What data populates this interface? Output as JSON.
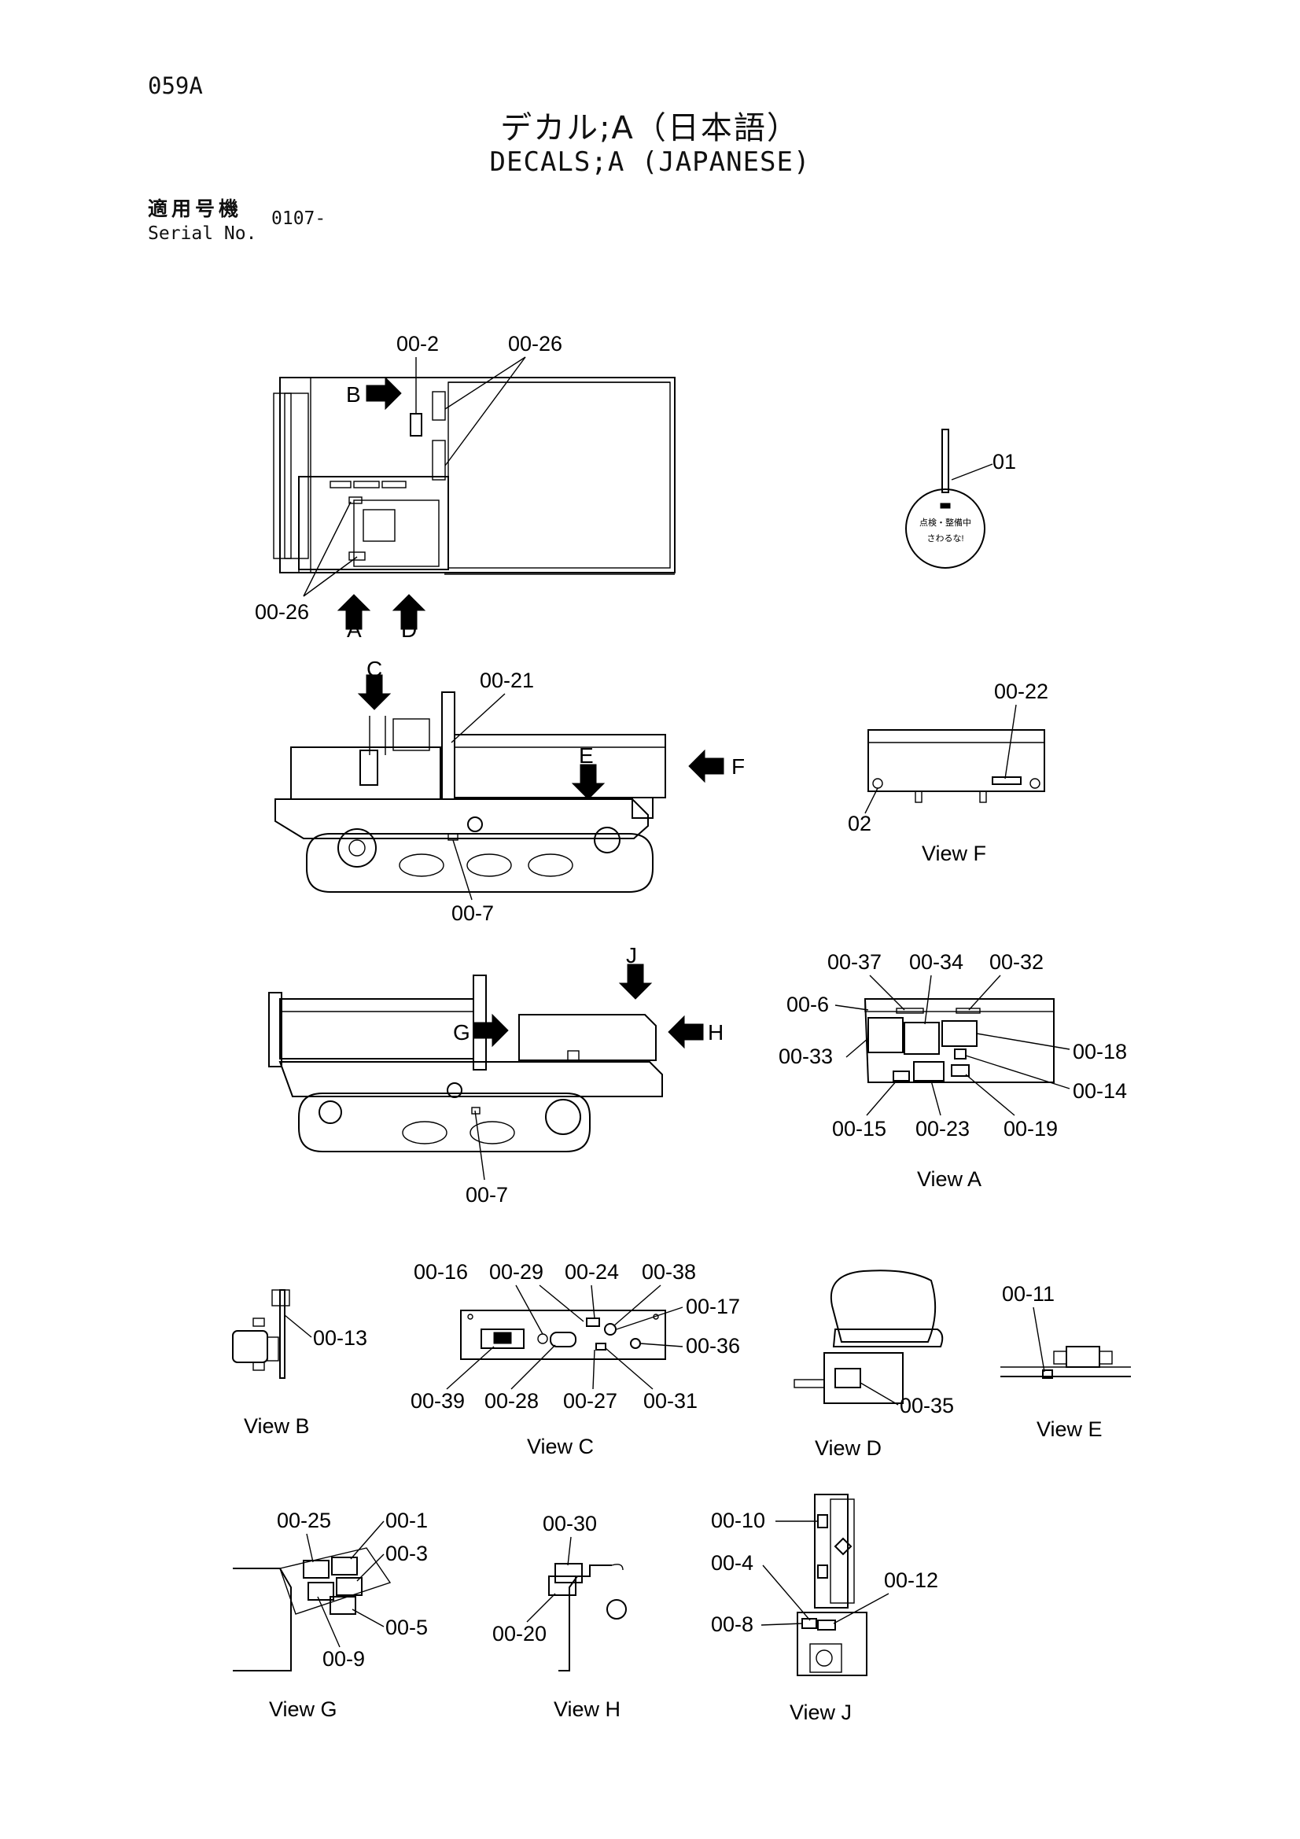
{
  "header": {
    "page_id": "059A",
    "title_jp": "デカル;A（日本語）",
    "title_en": "DECALS;A (JAPANESE)",
    "serial_label_jp": "適用号機",
    "serial_label_en": "Serial No.",
    "serial_value": "0107-"
  },
  "callouts": {
    "top_view": {
      "c00_2": "00-2",
      "c00_26_top": "00-26",
      "c00_26_bottom": "00-26",
      "arrow_b": "B",
      "arrow_a": "A",
      "arrow_d": "D"
    },
    "decal_01": {
      "c01": "01"
    },
    "side_view_left": {
      "arrow_c": "C",
      "c00_21": "00-21",
      "arrow_e": "E",
      "arrow_f": "F",
      "c00_7": "00-7"
    },
    "view_f": {
      "c00_22": "00-22",
      "c02": "02",
      "label": "View F"
    },
    "side_view_right": {
      "arrow_j": "J",
      "arrow_g": "G",
      "arrow_h": "H",
      "c00_7": "00-7"
    },
    "view_a": {
      "c00_37": "00-37",
      "c00_34": "00-34",
      "c00_32": "00-32",
      "c00_6": "00-6",
      "c00_33": "00-33",
      "c00_18": "00-18",
      "c00_14": "00-14",
      "c00_15": "00-15",
      "c00_23": "00-23",
      "c00_19": "00-19",
      "label": "View A"
    },
    "view_b": {
      "c00_13": "00-13",
      "label": "View B"
    },
    "view_c": {
      "c00_16": "00-16",
      "c00_29": "00-29",
      "c00_24": "00-24",
      "c00_38": "00-38",
      "c00_17": "00-17",
      "c00_36": "00-36",
      "c00_39": "00-39",
      "c00_28": "00-28",
      "c00_27": "00-27",
      "c00_31": "00-31",
      "label": "View C"
    },
    "view_d": {
      "c00_35": "00-35",
      "label": "View D"
    },
    "view_e": {
      "c00_11": "00-11",
      "label": "View E"
    },
    "view_g": {
      "c00_25": "00-25",
      "c00_1": "00-1",
      "c00_3": "00-3",
      "c00_5": "00-5",
      "c00_9": "00-9",
      "label": "View G"
    },
    "view_h": {
      "c00_30": "00-30",
      "c00_20": "00-20",
      "label": "View H"
    },
    "view_j": {
      "c00_10": "00-10",
      "c00_4": "00-4",
      "c00_12": "00-12",
      "c00_8": "00-8",
      "label": "View J"
    }
  },
  "icons": [
    "direction-arrow-icon",
    "decal-tag-icon"
  ]
}
